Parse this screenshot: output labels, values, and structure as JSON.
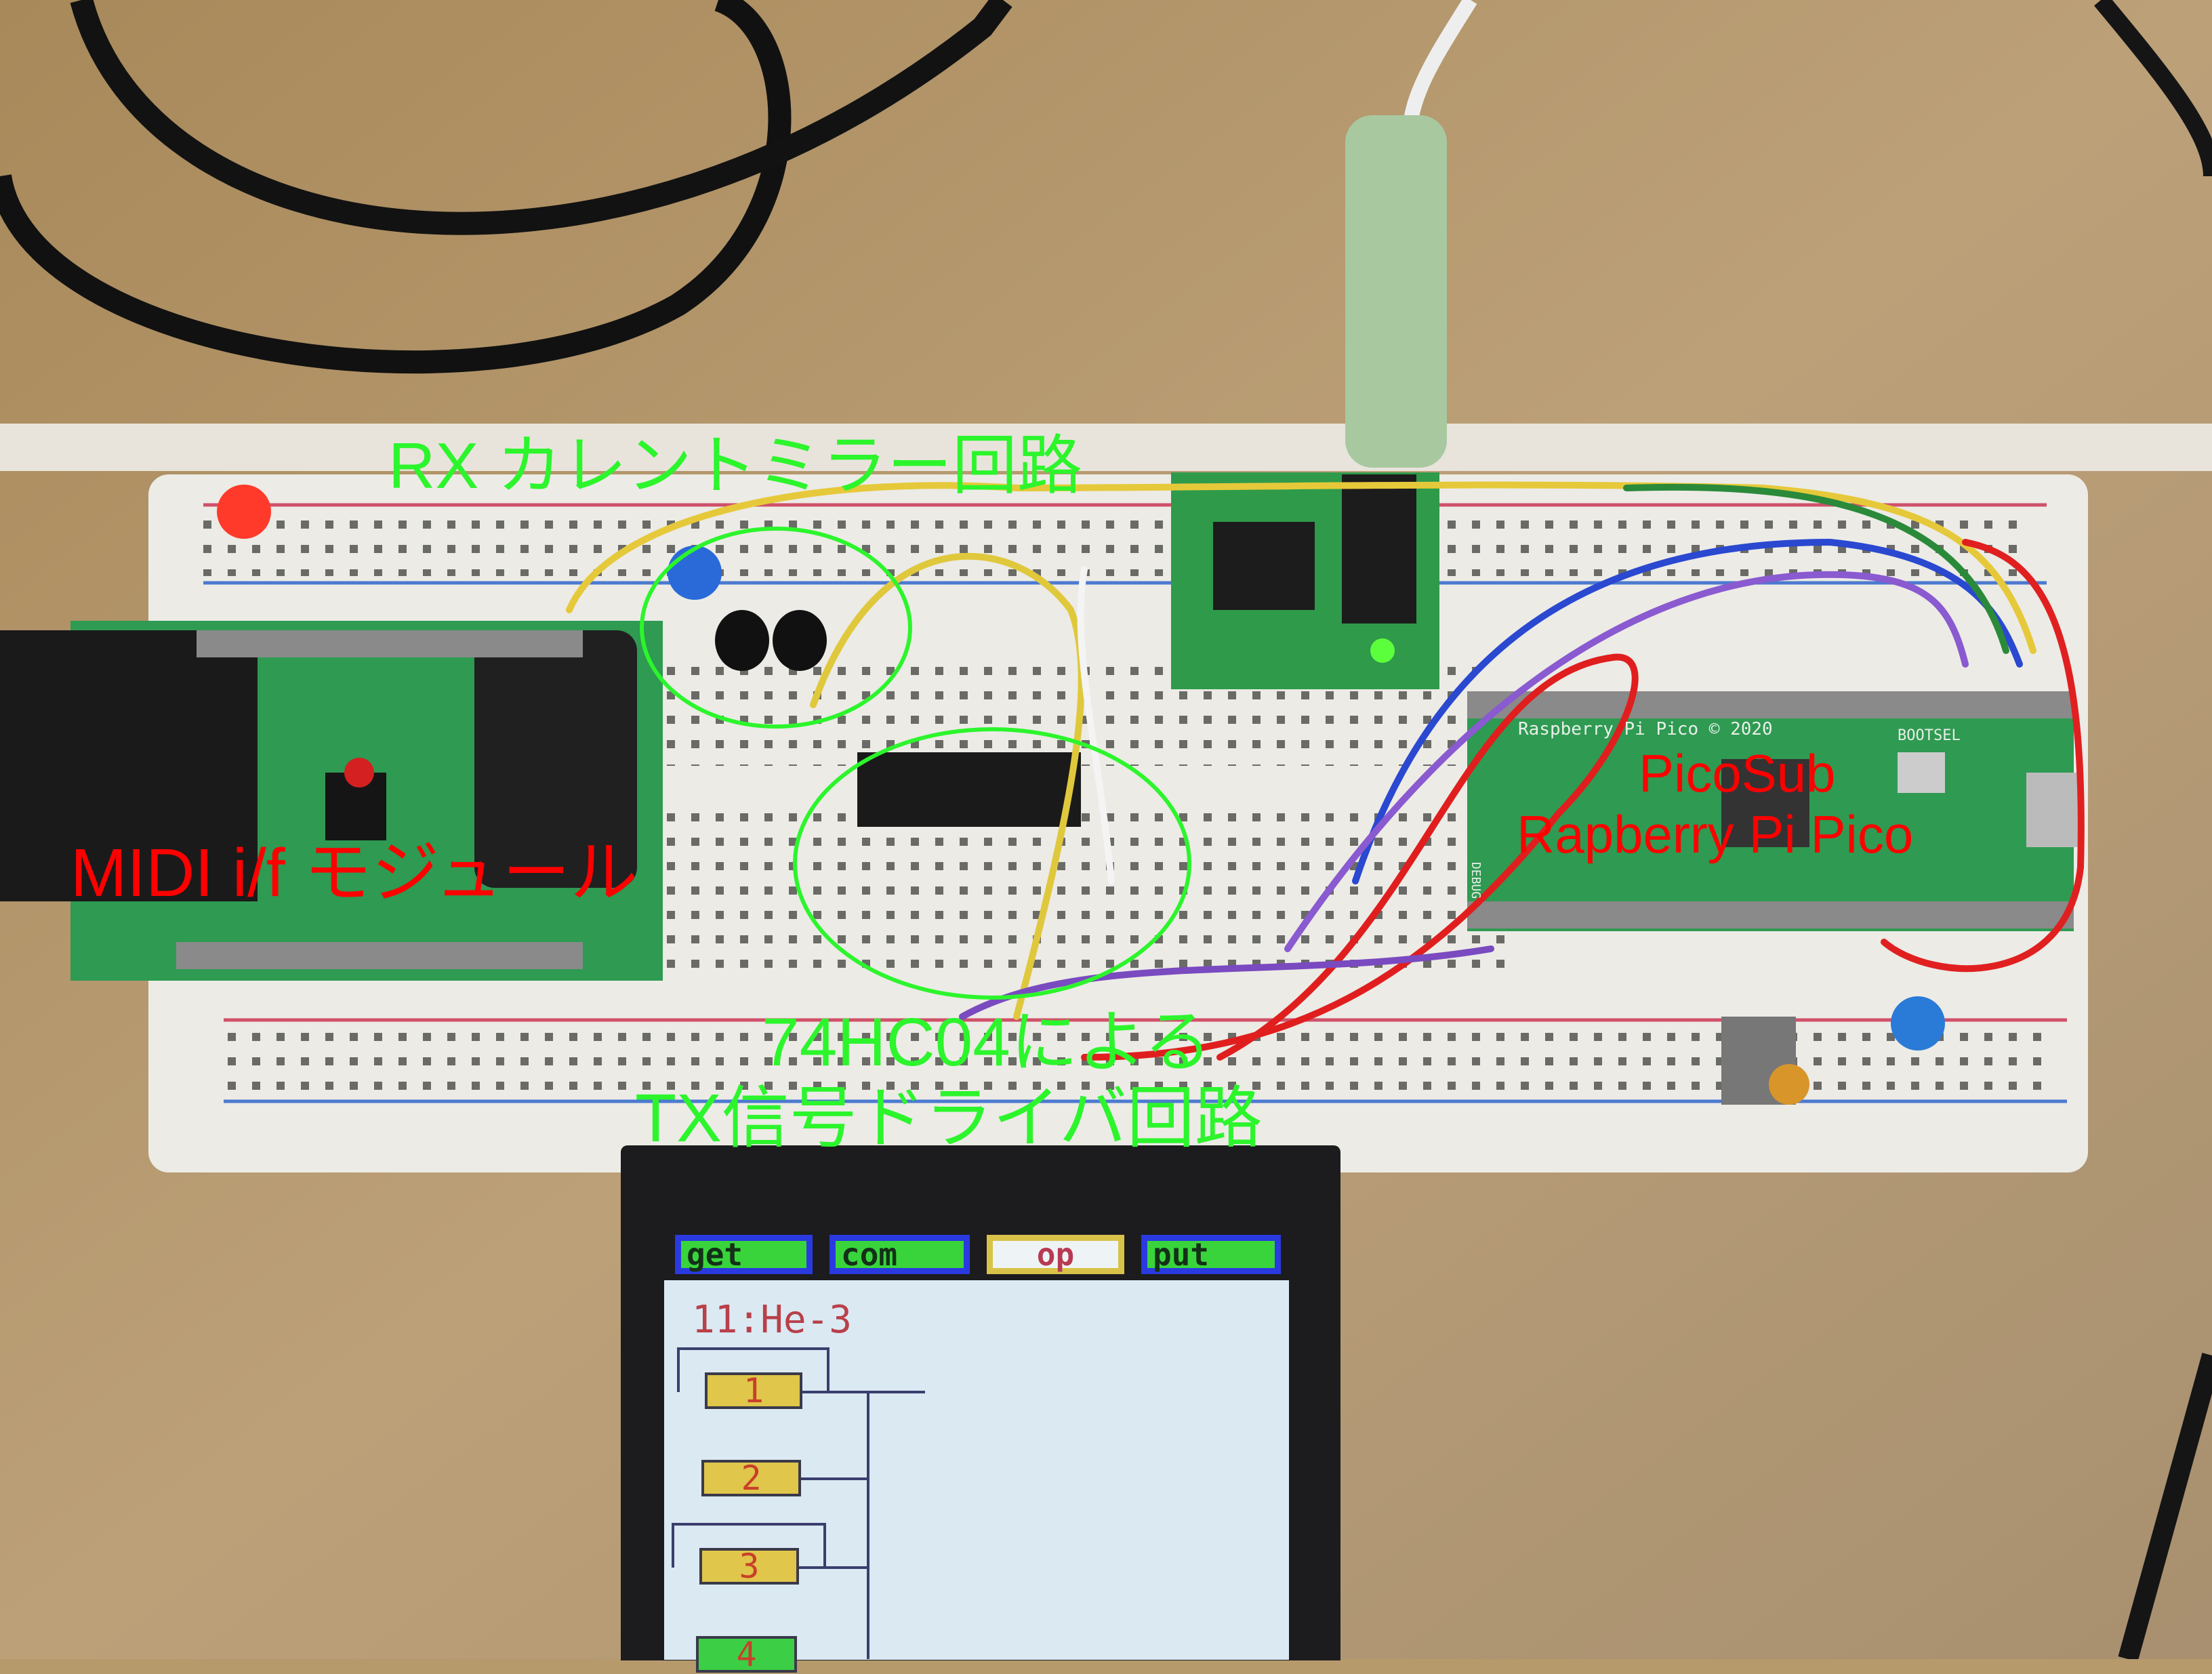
{
  "annotations": {
    "rx": "RX カレントミラー回路",
    "midi": "MIDI i/f モジュール",
    "pico_line1": "PicoSub",
    "pico_line2": "Rapberry Pi Pico",
    "tx_line1": "74HC04による",
    "tx_line2": "TX信号ドライバ回路",
    "annotation_color_green": "#2cf52c",
    "annotation_color_red": "#ff0000"
  },
  "pcb_silkscreen": {
    "pico": "Raspberry Pi Pico © 2020",
    "bootsel": "BOOTSEL",
    "debug": "DEBUG"
  },
  "lcd": {
    "tabs": [
      {
        "label": "get",
        "selected": false
      },
      {
        "label": "com",
        "selected": false
      },
      {
        "label": "op",
        "selected": true
      },
      {
        "label": "put",
        "selected": false
      }
    ],
    "title": "11:He-3",
    "operators": [
      {
        "label": "1",
        "feedback": true
      },
      {
        "label": "2",
        "feedback": false
      },
      {
        "label": "3",
        "feedback": true
      },
      {
        "label": "4",
        "feedback": false
      }
    ]
  }
}
